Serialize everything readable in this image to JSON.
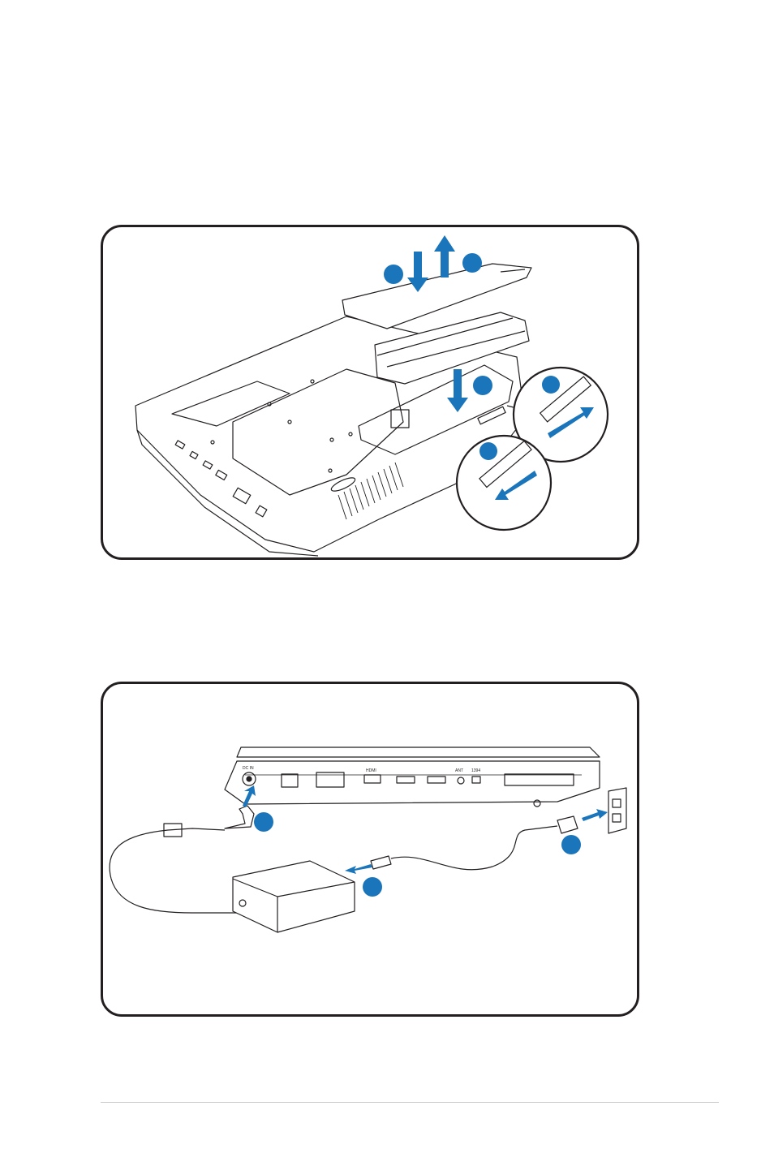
{
  "figures": {
    "battery": {
      "step_markers": [
        {
          "id": "install-cover"
        },
        {
          "id": "remove-cover"
        },
        {
          "id": "insert-battery"
        },
        {
          "id": "lock-slide"
        },
        {
          "id": "unlock-slide"
        }
      ]
    },
    "power": {
      "port_labels": [
        "DC IN",
        "HDMI",
        "ANT",
        "1394"
      ],
      "step_markers": [
        {
          "id": "plug-dc-jack"
        },
        {
          "id": "plug-adapter"
        },
        {
          "id": "plug-wall-outlet"
        }
      ]
    }
  },
  "colors": {
    "accent": "#1b75bb",
    "line": "#231f20",
    "panel_border": "#231f20",
    "footer_rule": "#c8c8c8"
  }
}
